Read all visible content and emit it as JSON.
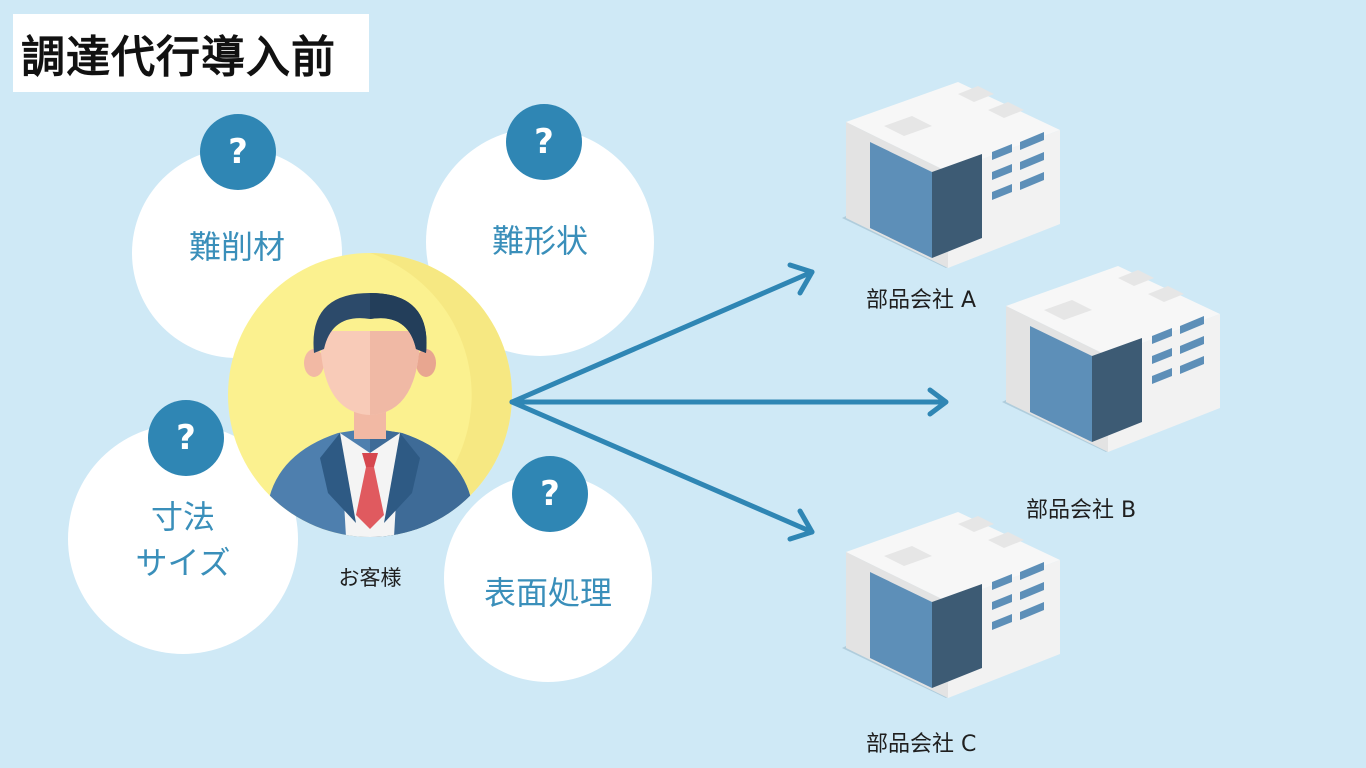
{
  "title": "調達代行導入前",
  "customer": {
    "label": "お客様"
  },
  "concerns": [
    {
      "mark": "?",
      "label": "難削材"
    },
    {
      "mark": "?",
      "label": "難形状"
    },
    {
      "mark": "?",
      "label_line1": "寸法",
      "label_line2": "サイズ"
    },
    {
      "mark": "?",
      "label": "表面処理"
    }
  ],
  "companies": [
    {
      "label": "部品会社 A"
    },
    {
      "label": "部品会社 B"
    },
    {
      "label": "部品会社 C"
    }
  ],
  "colors": {
    "background": "#cfe9f6",
    "accent": "#2f86b4",
    "bubble_text": "#3a8fba",
    "person_disc": "#fbf18f",
    "arrow": "#2f86b4"
  }
}
